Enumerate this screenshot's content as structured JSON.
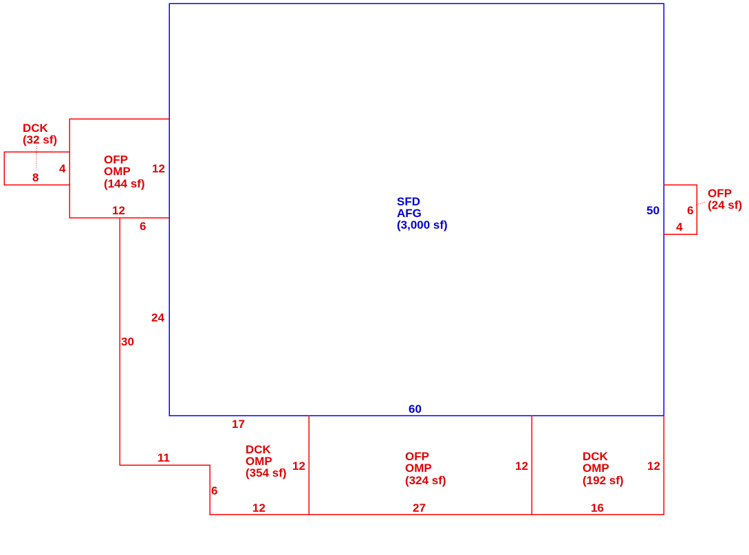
{
  "colors": {
    "main": "#0000ff",
    "addition": "#ff0000",
    "main_text": "#0000d0",
    "addition_text": "#e00000"
  },
  "main_structure": {
    "line1": "SFD",
    "line2": "AFG",
    "line3": "(3,000 sf)",
    "dim_width": "60",
    "dim_height": "50"
  },
  "dck_left": {
    "line1": "DCK",
    "line2": "(32 sf)",
    "dim_width": "8",
    "dim_height": "4"
  },
  "ofp_left": {
    "line1": "OFP",
    "line2": "OMP",
    "line3": "(144 sf)",
    "dim_height": "12",
    "dim_width": "12",
    "dim_step": "6"
  },
  "ofp_right": {
    "line1": "OFP",
    "line2": "(24 sf)",
    "dim_height": "6",
    "dim_width": "4"
  },
  "dck_bottom_left": {
    "line1": "DCK",
    "line2": "OMP",
    "line3": "(354 sf)",
    "dim_left_upper": "24",
    "dim_left_outer": "30",
    "dim_top": "17",
    "dim_step_width": "11",
    "dim_step_height": "6",
    "dim_bottom": "12",
    "dim_right": "12"
  },
  "ofp_bottom": {
    "line1": "OFP",
    "line2": "OMP",
    "line3": "(324 sf)",
    "dim_bottom": "27",
    "dim_right": "12"
  },
  "dck_bottom_right": {
    "line1": "DCK",
    "line2": "OMP",
    "line3": "(192 sf)",
    "dim_bottom": "16",
    "dim_right": "12"
  }
}
